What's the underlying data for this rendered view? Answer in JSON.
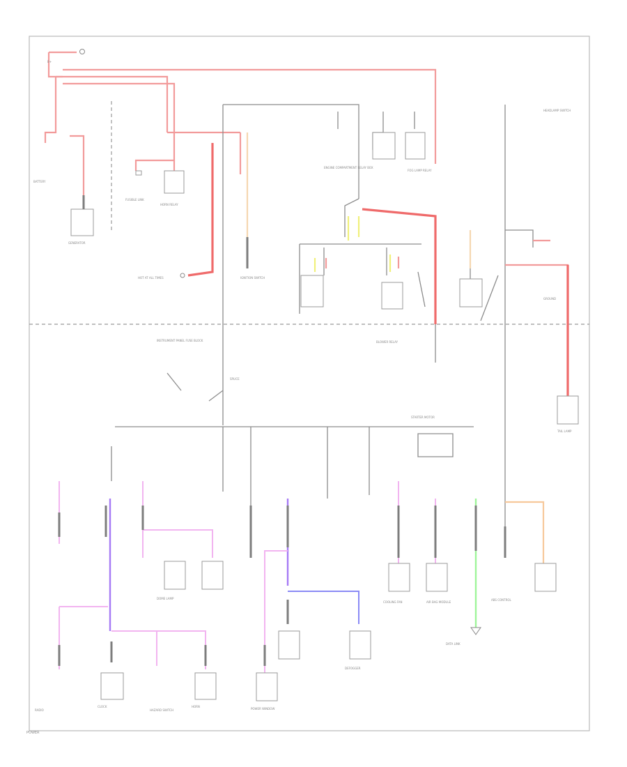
{
  "diagram": {
    "labels": {
      "l1": "BATTERY",
      "l2": "STARTER MOTOR",
      "l3": "GENERATOR",
      "l4": "FUSIBLE LINK",
      "l5": "BLOWER RELAY",
      "l6": "HEADLAMP SWITCH",
      "l7": "IGNITION SWITCH",
      "l8": "HOT AT ALL TIMES",
      "l9": "ENGINE COMPARTMENT RELAY BOX",
      "l10": "HORN RELAY",
      "l11": "FOG LAMP RELAY",
      "l12": "INSTRUMENT PANEL FUSE BLOCK",
      "l13": "GROUND",
      "l14": "SPLICE",
      "l15": "RADIO",
      "l16": "CLOCK",
      "l17": "HAZARD SWITCH",
      "l18": "COOLING FAN",
      "l19": "AIR BAG MODULE",
      "l20": "HORN",
      "l21": "DOME LAMP",
      "l22": "TAIL LAMP",
      "l23": "POWER WINDOW",
      "l24": "DEFOGGER",
      "l25": "ABS CONTROL",
      "l26": "DATA LINK"
    },
    "footer": "POWER"
  }
}
